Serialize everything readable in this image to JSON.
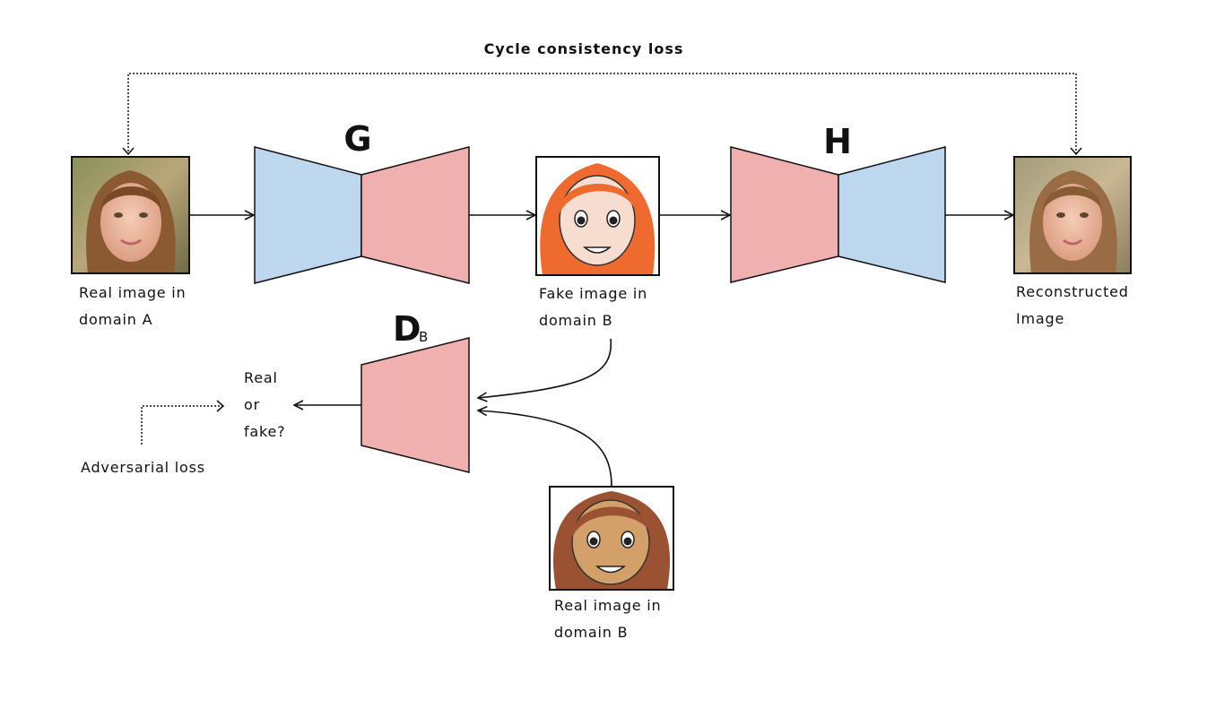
{
  "cycle_loss_label": "Cycle consistency loss",
  "generator_g": "G",
  "generator_h": "H",
  "discriminator": {
    "letter": "D",
    "subscript": "B"
  },
  "real_a": {
    "line1": "Real image in",
    "line2": "domain A"
  },
  "fake_b": {
    "line1": "Fake image in",
    "line2": "domain B"
  },
  "reconstructed": {
    "line1": "Reconstructed",
    "line2": "Image"
  },
  "real_b": {
    "line1": "Real image in",
    "line2": "domain B"
  },
  "verdict": {
    "line1": "Real",
    "line2": "or",
    "line3": "fake?"
  },
  "adversarial_loss_label": "Adversarial loss",
  "colors": {
    "encoder_blue": "#bdd7ee",
    "decoder_pink": "#f0b0b0",
    "skin_light": "#f7ddd0",
    "hair_orange": "#ef6a2f",
    "skin_tan": "#d4a06a",
    "hair_brown": "#9a5232"
  }
}
